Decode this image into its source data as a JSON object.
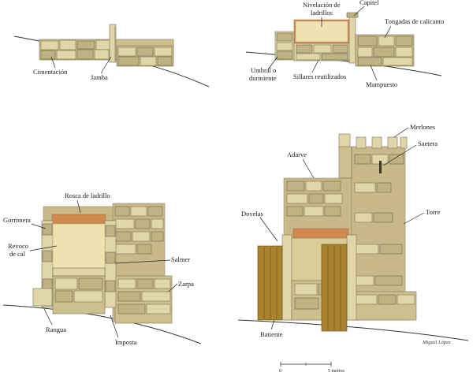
{
  "diagram": {
    "panel1": {
      "labels": {
        "cimentacion": "Cimentación",
        "jamba": "Jamba"
      }
    },
    "panel2": {
      "labels": {
        "nivelacion_line1": "Nivelación de",
        "nivelacion_line2": "ladrillos",
        "capitel": "Capitel",
        "tongadas": "Tongadas de calicanto",
        "umbral_line1": "Umbral o",
        "umbral_line2": "durmiente",
        "sillares": "Sillares reutilizados",
        "mampuesto": "Mampuesto"
      }
    },
    "panel3": {
      "labels": {
        "rosca": "Rosca de ladrillo",
        "gorronera": "Gorronera",
        "revoco_line1": "Revoco",
        "revoco_line2": "de cal",
        "salmer": "Salmer",
        "zarpa": "Zarpa",
        "rangua": "Rangua",
        "imposta": "Imposta"
      }
    },
    "panel4": {
      "labels": {
        "merlones": "Merlones",
        "saetera": "Saetera",
        "adarve": "Adarve",
        "dovelas": "Dovelas",
        "torre": "Torre",
        "batiente": "Batiente"
      },
      "scale_bar": {
        "start": "0",
        "end": "5 metros"
      },
      "signature": "Miguel López"
    }
  },
  "colors": {
    "stone": "#cdbf8e",
    "ashlar": "#e0d6a9",
    "brick": "#d08a4d",
    "wood": "#a8822f",
    "render": "#eee3b0"
  }
}
